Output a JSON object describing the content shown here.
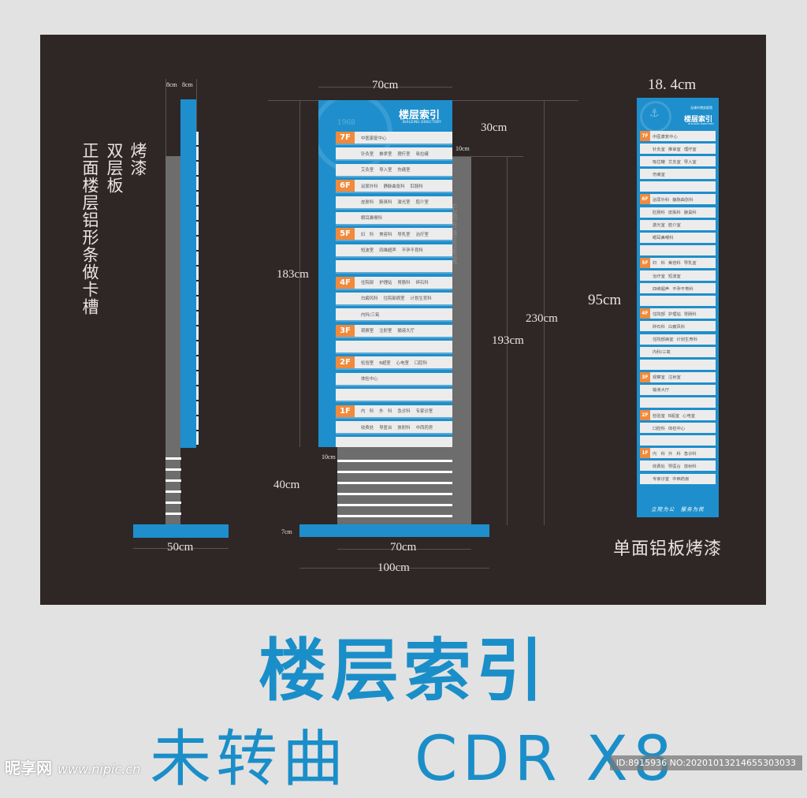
{
  "colors": {
    "board_bg": "#2e2726",
    "accent_blue": "#1e8fcc",
    "floor_orange": "#f18a3c",
    "row_bg": "#ececec",
    "post_grey": "#6d6d6d",
    "title_blue": "#1a8ec8",
    "page_bg": "#e2e2e2"
  },
  "side_view": {
    "note_col1": "烤漆",
    "note_col2": "双层板",
    "note_col3": "正面楼层铝形条做卡槽",
    "dim_top_left": "8cm",
    "dim_top_right": "8cm",
    "dim_base": "50cm"
  },
  "front_sign": {
    "title": "楼层索引",
    "subtitle": "BUILDING DIRECTORY",
    "seal_year": "1968",
    "post_vertical_text": "无锡市港务医院",
    "dims": {
      "width_top": "70cm",
      "height_panel": "183cm",
      "height_post": "193cm",
      "height_total": "230cm",
      "post_top": "30cm",
      "post_width_small": "10cm",
      "base_height": "40cm",
      "base_inner_small": "10cm",
      "plinth_height": "7cm",
      "base_inner_width": "70cm",
      "base_total_width": "100cm"
    },
    "rows": [
      {
        "floor": "7F",
        "items": [
          "中医康复中心"
        ]
      },
      {
        "floor": "",
        "items": [
          "针灸室",
          "推拿室",
          "理疗室",
          "吸拉罐"
        ]
      },
      {
        "floor": "",
        "items": [
          "艾灸室",
          "导入室",
          "伤痛室"
        ]
      },
      {
        "floor": "6F",
        "items": [
          "泌尿外科",
          "静脉曲张科",
          "肛肠科"
        ]
      },
      {
        "floor": "",
        "items": [
          "皮肤科",
          "腋臭科",
          "激光室",
          "腔介室"
        ]
      },
      {
        "floor": "",
        "items": [
          "眼耳鼻喉科"
        ]
      },
      {
        "floor": "5F",
        "items": [
          "妇　科",
          "美容科",
          "导乳室",
          "治疗室"
        ]
      },
      {
        "floor": "",
        "items": [
          "短波室",
          "四维超声",
          "不孕不育科"
        ]
      },
      {
        "floor": "",
        "items": []
      },
      {
        "floor": "4F",
        "items": [
          "住院部",
          "护理站",
          "胃肠科",
          "碎石科"
        ]
      },
      {
        "floor": "",
        "items": [
          "白癜风科",
          "住院部病室",
          "计划生育科"
        ]
      },
      {
        "floor": "",
        "items": [
          "内科/三氧"
        ]
      },
      {
        "floor": "3F",
        "items": [
          "观察室",
          "注射室",
          "输液大厅"
        ]
      },
      {
        "floor": "",
        "items": []
      },
      {
        "floor": "2F",
        "items": [
          "检验室",
          "B超室",
          "心电室",
          "口腔科"
        ]
      },
      {
        "floor": "",
        "items": [
          "体检中心"
        ]
      },
      {
        "floor": "",
        "items": []
      },
      {
        "floor": "1F",
        "items": [
          "内　科",
          "外　科",
          "急诊科",
          "专家诊室"
        ]
      },
      {
        "floor": "",
        "items": [
          "收费处",
          "导医台",
          "放射科",
          "中西药房"
        ]
      },
      {
        "floor": "",
        "items": []
      }
    ]
  },
  "narrow_sign": {
    "dim_width": "18. 4cm",
    "dim_height": "95cm",
    "hospital_name": "无锡市港务医院",
    "title": "楼层索引",
    "subtitle": "BUILDING DIRECTORY",
    "footer": "立院为公　服务为民",
    "caption": "单面铝板烤漆",
    "rows": [
      {
        "floor": "7F",
        "items": [
          "中医康复中心"
        ]
      },
      {
        "floor": "",
        "items": [
          "针灸室",
          "推拿室",
          "理疗室"
        ]
      },
      {
        "floor": "",
        "items": [
          "吸拉罐",
          "艾灸室",
          "导入室"
        ]
      },
      {
        "floor": "",
        "items": [
          "伤痛室"
        ]
      },
      {
        "floor": "",
        "items": []
      },
      {
        "floor": "6F",
        "items": [
          "泌尿外科",
          "静脉曲张科"
        ]
      },
      {
        "floor": "",
        "items": [
          "肛肠科",
          "皮肤科",
          "腋臭科"
        ]
      },
      {
        "floor": "",
        "items": [
          "激光室",
          "腔介室"
        ]
      },
      {
        "floor": "",
        "items": [
          "眼耳鼻喉科"
        ]
      },
      {
        "floor": "",
        "items": []
      },
      {
        "floor": "5F",
        "items": [
          "妇　科",
          "美容科",
          "导乳室"
        ]
      },
      {
        "floor": "",
        "items": [
          "治疗室",
          "短波室"
        ]
      },
      {
        "floor": "",
        "items": [
          "四维超声",
          "不孕不育科"
        ]
      },
      {
        "floor": "",
        "items": []
      },
      {
        "floor": "4F",
        "items": [
          "住院部",
          "护理站",
          "胃肠科"
        ]
      },
      {
        "floor": "",
        "items": [
          "碎石科",
          "白癜风科"
        ]
      },
      {
        "floor": "",
        "items": [
          "住院部病室",
          "计划生育科"
        ]
      },
      {
        "floor": "",
        "items": [
          "内科/三氧"
        ]
      },
      {
        "floor": "",
        "items": []
      },
      {
        "floor": "3F",
        "items": [
          "观察室",
          "注射室"
        ]
      },
      {
        "floor": "",
        "items": [
          "输液大厅"
        ]
      },
      {
        "floor": "",
        "items": []
      },
      {
        "floor": "2F",
        "items": [
          "检验室",
          "B超室",
          "心电室"
        ]
      },
      {
        "floor": "",
        "items": [
          "口腔科",
          "体检中心"
        ]
      },
      {
        "floor": "",
        "items": []
      },
      {
        "floor": "1F",
        "items": [
          "内　科",
          "外　科",
          "急诊科"
        ]
      },
      {
        "floor": "",
        "items": [
          "收费处",
          "导医台",
          "放射科"
        ]
      },
      {
        "floor": "",
        "items": [
          "专家诊室",
          "中西药房"
        ]
      }
    ]
  },
  "headline": {
    "main": "楼层索引",
    "sub": "未转曲　CDR X8"
  },
  "watermark": {
    "brand": "昵享网",
    "url": "www.nipic.cn",
    "id_text": "ID:8915936 NO:20201013214655303033"
  }
}
